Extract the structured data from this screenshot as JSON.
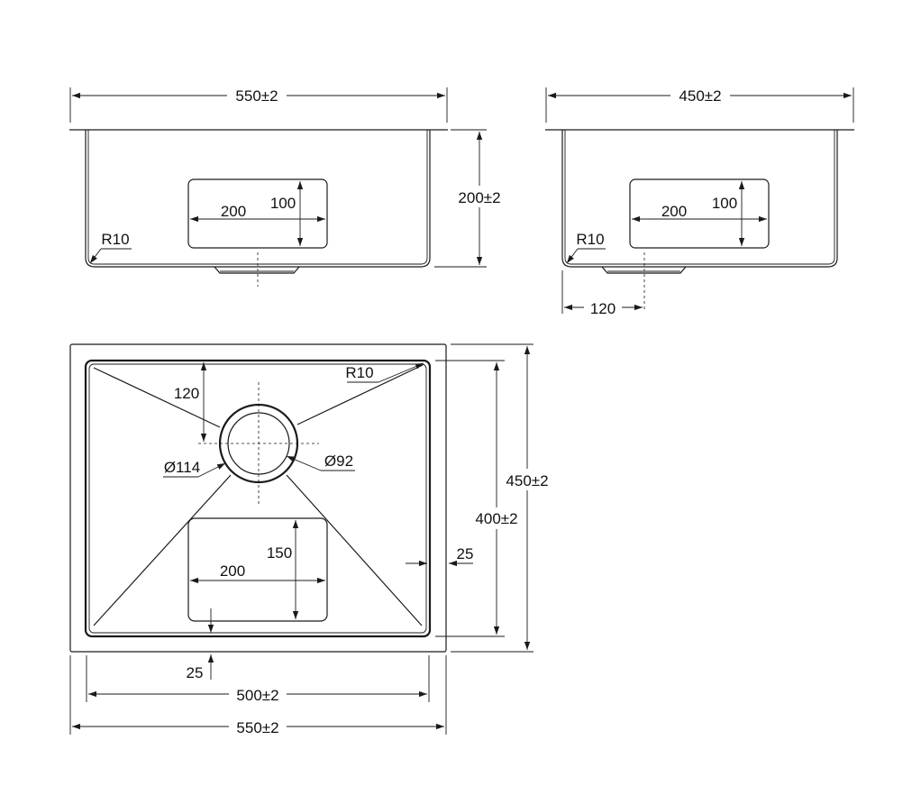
{
  "side_view_long": {
    "width_label": "550±2",
    "height_label": "200±2",
    "cutout_width_label": "200",
    "cutout_height_label": "100",
    "radius_label": "R10"
  },
  "side_view_short": {
    "width_label": "450±2",
    "cutout_width_label": "200",
    "cutout_height_label": "100",
    "radius_label": "R10",
    "drain_offset_label": "120"
  },
  "top_view": {
    "drain_offset_label": "120",
    "radius_label": "R10",
    "outer_diameter_label": "Ø114",
    "inner_diameter_label": "Ø92",
    "outer_depth_label": "450±2",
    "inner_depth_label": "400±2",
    "flange_label": "25",
    "cutout_width_label": "200",
    "cutout_height_label": "150",
    "cutout_offset_label": "25",
    "inner_width_label": "500±2",
    "outer_width_label": "550±2"
  }
}
